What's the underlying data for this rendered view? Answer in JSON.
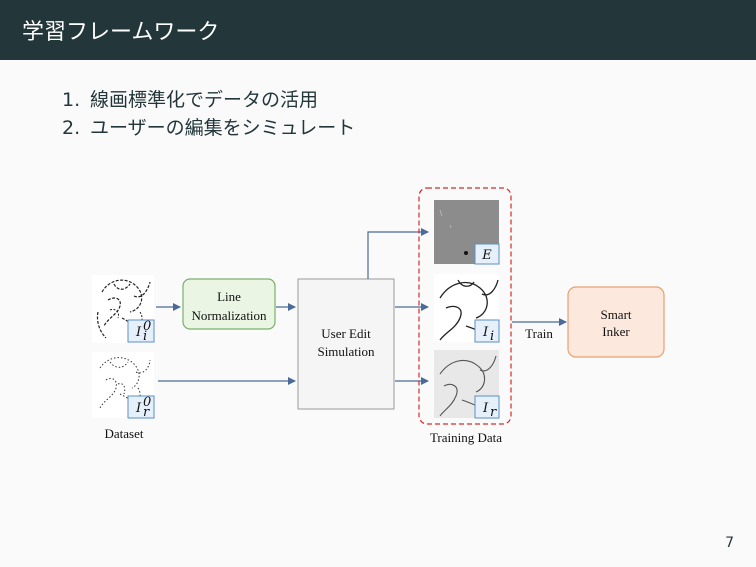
{
  "slide": {
    "title": "学習フレームワーク",
    "page_number": "7"
  },
  "bullets": [
    {
      "num": "1.",
      "text": "線画標準化でデータの活用"
    },
    {
      "num": "2.",
      "text": "ユーザーの編集をシミュレート"
    }
  ],
  "diagram": {
    "dataset_label": "Dataset",
    "line_normalization": {
      "line1": "Line",
      "line2": "Normalization"
    },
    "user_edit": {
      "line1": "User Edit",
      "line2": "Simulation"
    },
    "training_data_label": "Training Data",
    "train_label": "Train",
    "smart_inker": {
      "line1": "Smart",
      "line2": "Inker"
    },
    "tags": {
      "input_base": "I",
      "input_sub": "i",
      "input_sup": "0",
      "ref_base": "I",
      "ref_sub": "r",
      "ref_sup": "0",
      "edit": "E",
      "train_input_base": "I",
      "train_input_sub": "i",
      "train_ref_base": "I",
      "train_ref_sub": "r"
    },
    "colors": {
      "arrow": "#4a6a9a",
      "line_norm_fill": "#eaf5e4",
      "line_norm_stroke": "#7ab06a",
      "user_edit_fill": "#f5f5f5",
      "user_edit_stroke": "#999999",
      "training_box_stroke": "#d42a2a",
      "smart_inker_fill": "#fce8dc",
      "smart_inker_stroke": "#e8a070",
      "tag_fill": "#e6f0fa",
      "tag_stroke": "#5b8fc7"
    }
  }
}
